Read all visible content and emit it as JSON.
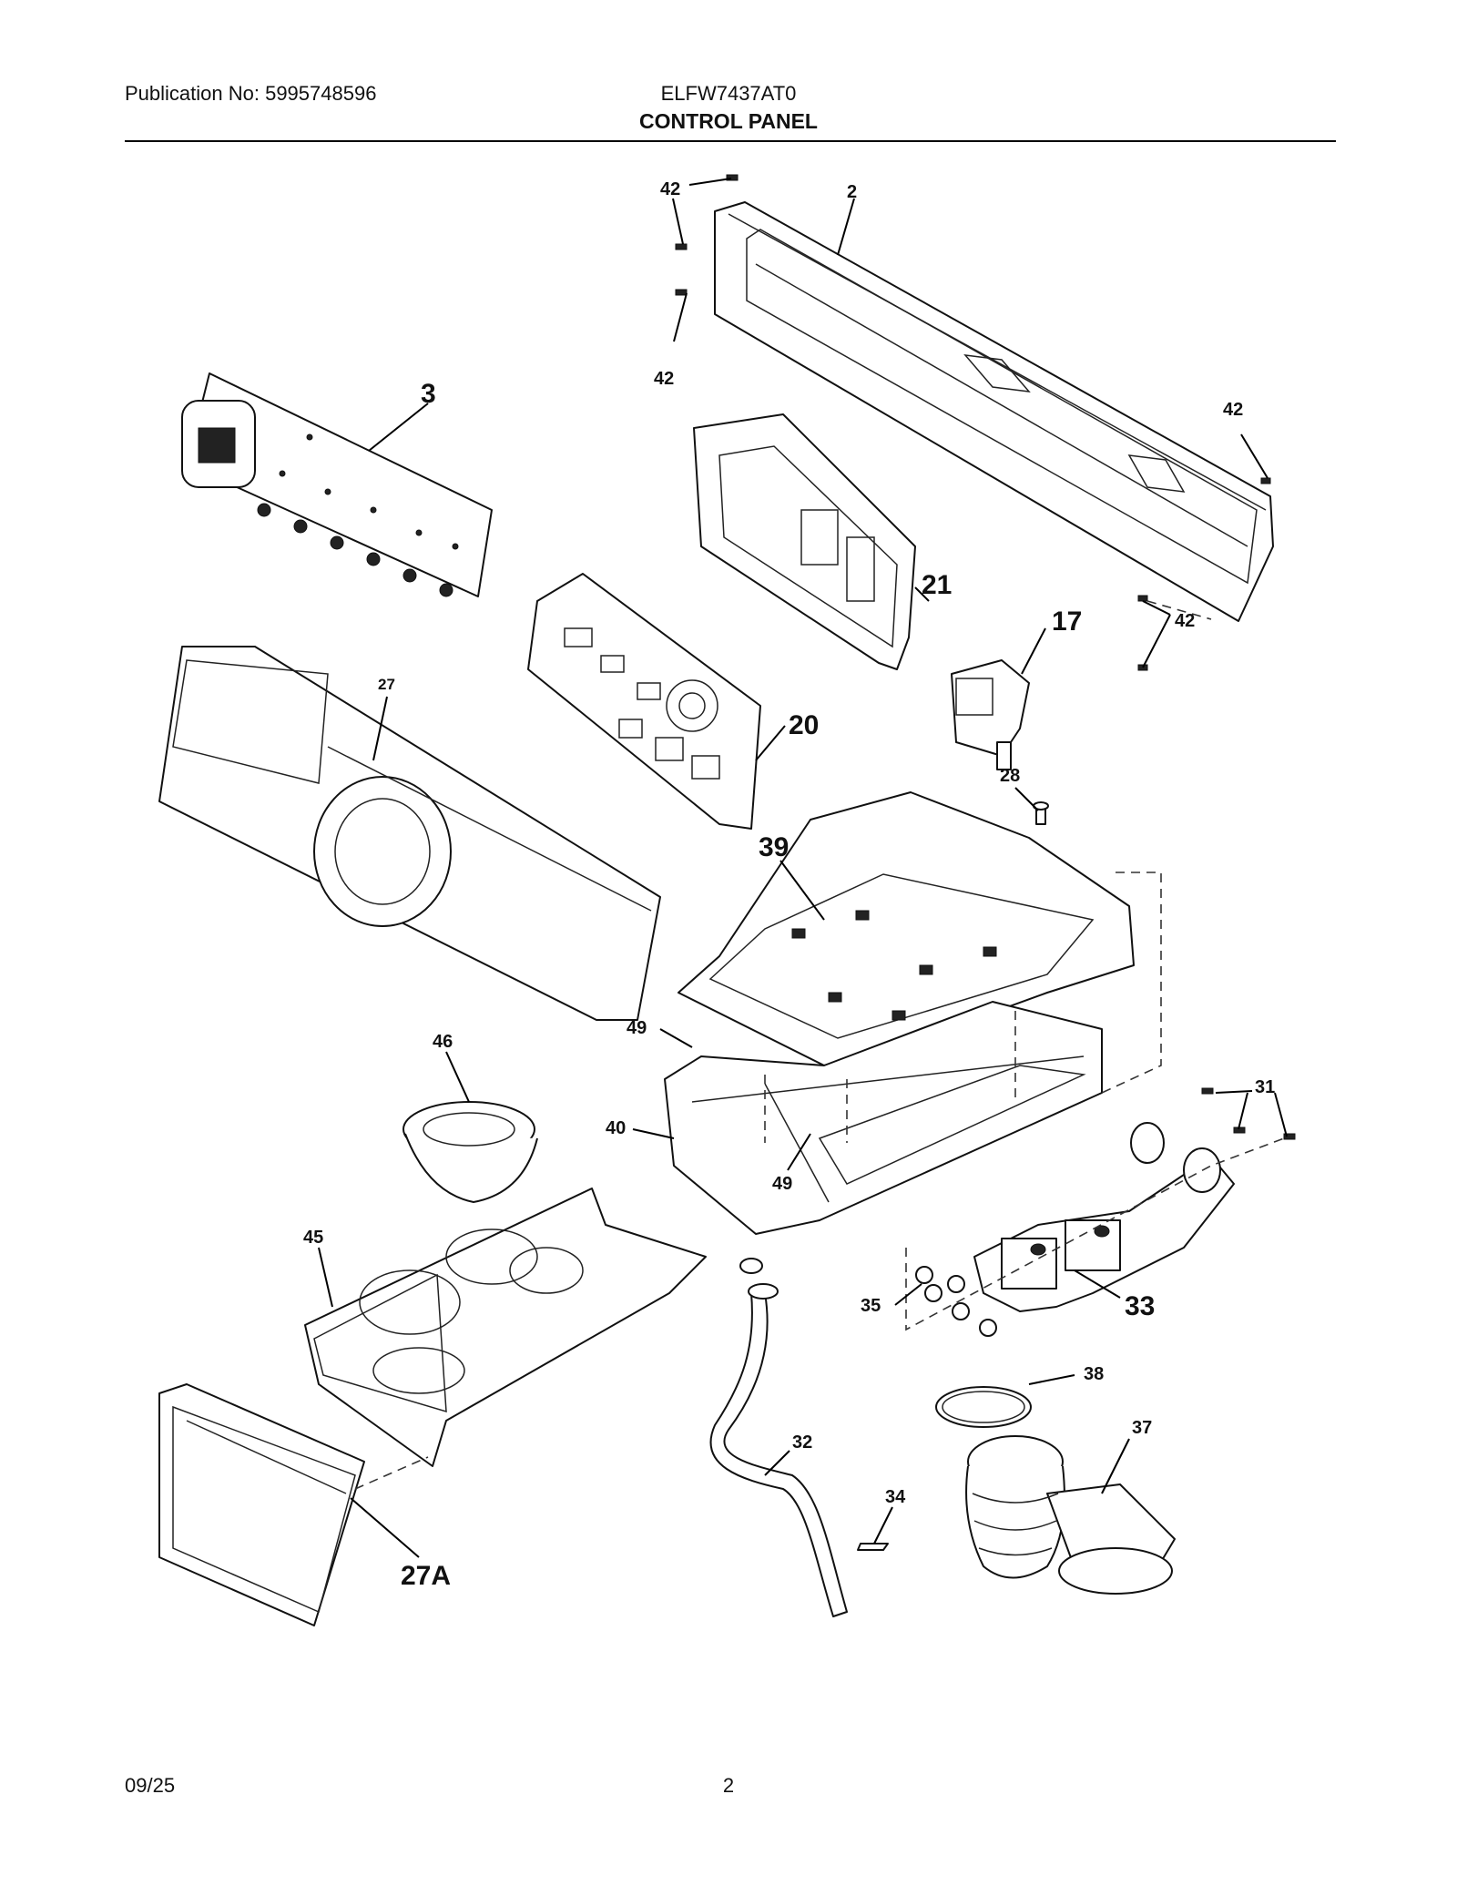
{
  "header": {
    "publication": "Publication No: 5995748596",
    "model": "ELFW7437AT0",
    "section_title": "CONTROL PANEL"
  },
  "footer": {
    "date": "09/25",
    "page_number": "2"
  },
  "callouts": {
    "c42a": "42",
    "c2": "2",
    "c42b": "42",
    "c3": "3",
    "c42c": "42",
    "c21": "21",
    "c17": "17",
    "c42d": "42",
    "c27": "27",
    "c20": "20",
    "c28": "28",
    "c39": "39",
    "c46": "46",
    "c49a": "49",
    "c40": "40",
    "c49b": "49",
    "c31": "31",
    "c45": "45",
    "c35": "35",
    "c33": "33",
    "c38": "38",
    "c37": "37",
    "c32": "32",
    "c34": "34",
    "c27A": "27A"
  }
}
